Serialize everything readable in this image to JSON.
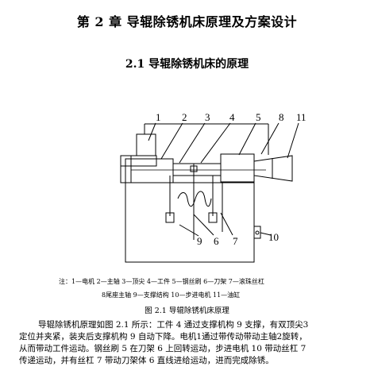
{
  "document": {
    "chapter_title": "第 2 章    导辊除锈机床原理及方案设计",
    "section_title": "2.1 导辊除锈机床的原理",
    "figure": {
      "part_numbers": [
        "1",
        "2",
        "3",
        "4",
        "5",
        "8",
        "11",
        "9",
        "6",
        "7",
        "10"
      ],
      "legend_line_1": "注：1—电机   2—主轴   3—顶尖   4—工件   5—钢丝刷   6—刀架   7—滚珠丝杠",
      "legend_line_2": "8尾座主轴    9—支撑结构    10—步进电机     11—油缸",
      "caption": "图 2.1    导辊除锈机床原理"
    },
    "paragraph_lines": [
      "导辊除锈机原理如图 2.1 所示：工件 4 通过支撑机构 9 支撑，有双顶尖3",
      "定位并夹紧，装夹后支撑机构 9 自动下降。电机1通过带传动带动主轴2旋转，",
      "从而带动工件运动。钢丝刷 5 在刀架 6 上回转运动，步进电机 10 带动丝杠 7",
      "传递运动，并有丝杠 7 带动刀架体 6 直线进给运动，进而完成除锈。"
    ]
  }
}
